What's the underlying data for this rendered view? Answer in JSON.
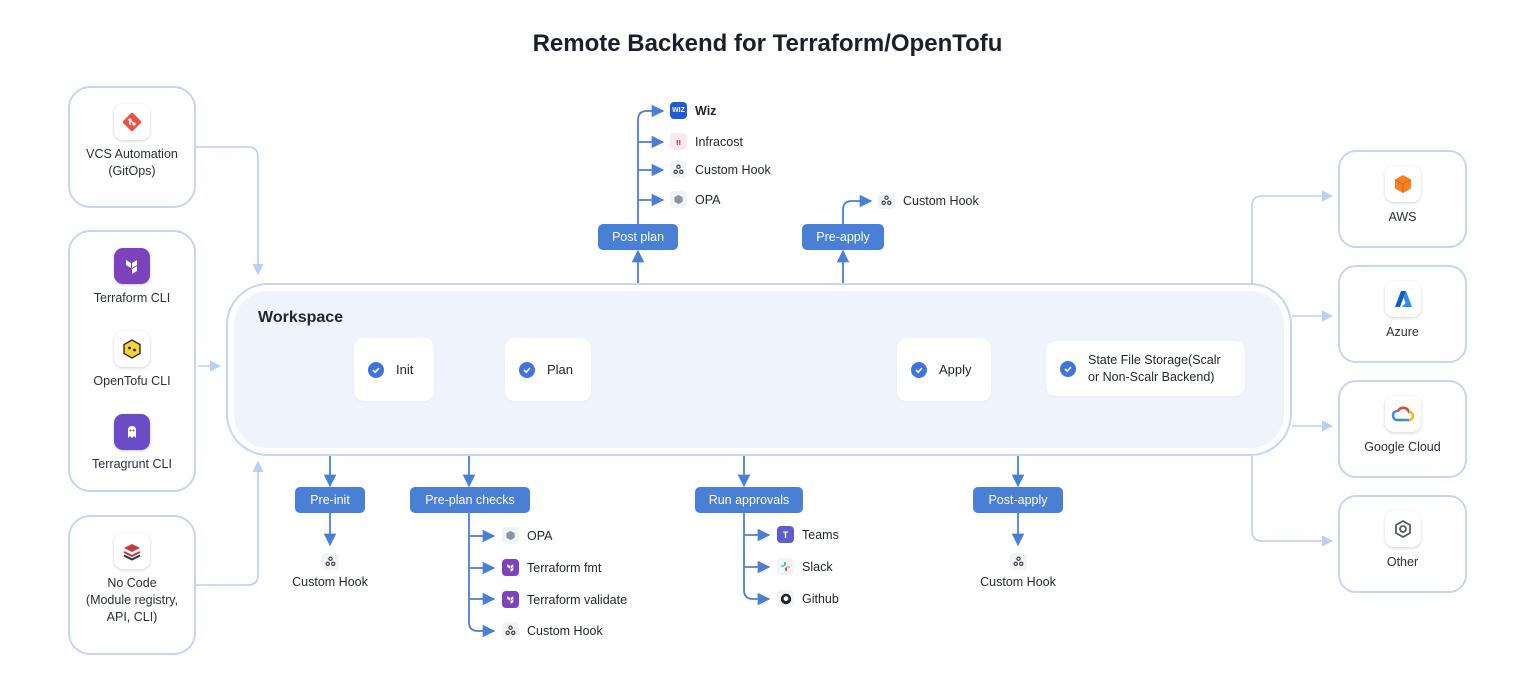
{
  "title": "Remote Backend for Terraform/OpenTofu",
  "sources": {
    "vcs": {
      "label": "VCS Automation\n(GitOps)",
      "icon": "git-icon",
      "color": "#e8543e"
    },
    "cli": [
      {
        "label": "Terraform CLI",
        "icon": "terraform-icon",
        "color": "#7b42bc"
      },
      {
        "label": "OpenTofu CLI",
        "icon": "opentofu-icon",
        "color": "#f5d33b"
      },
      {
        "label": "Terragrunt CLI",
        "icon": "terragrunt-icon",
        "color": "#6b4cc7"
      }
    ],
    "nocode": {
      "label": "No Code\n(Module registry,\nAPI, CLI)",
      "icon": "layers-icon",
      "color": "#d33a3a"
    }
  },
  "workspace": {
    "label": "Workspace",
    "stages": {
      "init": "Init",
      "plan": "Plan",
      "apply": "Apply",
      "state": "State File Storage(Scalr\nor Non-Scalr Backend)"
    }
  },
  "hook_points": {
    "pre_init": "Pre-init",
    "pre_plan": "Pre-plan checks",
    "post_plan": "Post plan",
    "pre_apply": "Pre-apply",
    "run_approvals": "Run approvals",
    "post_apply": "Post-apply"
  },
  "hooks": {
    "pre_init": [
      "Custom Hook"
    ],
    "pre_plan": [
      "OPA",
      "Terraform fmt",
      "Terraform validate",
      "Custom Hook"
    ],
    "post_plan": [
      "Wiz",
      "Infracost",
      "Custom Hook",
      "OPA"
    ],
    "pre_apply": [
      "Custom Hook"
    ],
    "run_approvals": [
      "Teams",
      "Slack",
      "Github"
    ],
    "post_apply": [
      "Custom Hook"
    ]
  },
  "destinations": [
    {
      "label": "AWS",
      "icon": "aws-icon",
      "color": "#f58220"
    },
    {
      "label": "Azure",
      "icon": "azure-icon",
      "color": "#1a73e8"
    },
    {
      "label": "Google Cloud",
      "icon": "google-cloud-icon",
      "color": "#4285f4"
    },
    {
      "label": "Other",
      "icon": "hexagon-icon",
      "color": "#555b66"
    }
  ],
  "colors": {
    "accent": "#4a7fd6",
    "connector": "#4a7fd6",
    "light_connector": "#b9cff3",
    "box_border": "#c5d6f2",
    "workspace_fill": "#eef3fc"
  }
}
